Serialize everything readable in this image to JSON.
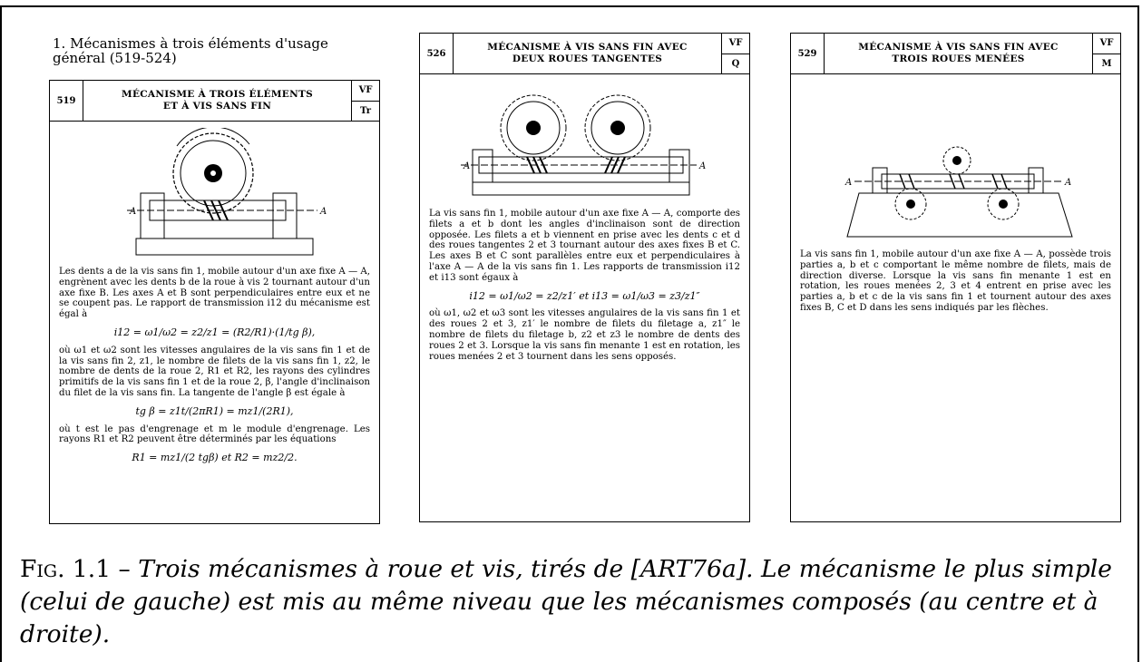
{
  "section_heading": "1. Mécanismes à trois éléments d'usage général (519-524)",
  "panels": [
    {
      "number": "519",
      "title_line1": "MÉCANISME À TROIS ÉLÉMENTS",
      "title_line2": "ET À VIS SANS FIN",
      "code1": "VF",
      "code2": "Tr",
      "para1": "Les dents a de la vis sans fin 1, mobile autour d'un axe fixe A — A, engrènent avec les dents b de la roue à vis 2 tournant autour d'un axe fixe B. Les axes A et B sont perpendiculaires entre eux et ne se coupent pas. Le rapport de transmission i12 du mécanisme est égal à",
      "eq1": "i12 = ω1/ω2 = z2/z1 = (R2/R1)·(1/tg β),",
      "para2": "où ω1 et ω2 sont les vitesses angulaires de la vis sans fin 1 et de la vis sans fin 2, z1, le nombre de filets de la vis sans fin 1, z2, le nombre de dents de la roue 2, R1 et R2, les rayons des cylindres primitifs de la vis sans fin 1 et de la roue 2, β, l'angle d'inclinaison du filet de la vis sans fin. La tangente de l'angle β est égale à",
      "eq2": "tg β = z1t/(2πR1) = mz1/(2R1),",
      "para3": "où t est le pas d'engrenage et m le module d'engrenage. Les rayons R1 et R2 peuvent être déterminés par les équations",
      "eq3": "R1 = mz1/(2 tgβ)   et   R2 = mz2/2."
    },
    {
      "number": "526",
      "title_line1": "MÉCANISME À VIS SANS FIN AVEC",
      "title_line2": "DEUX ROUES TANGENTES",
      "code1": "VF",
      "code2": "Q",
      "para1": "La vis sans fin 1, mobile autour d'un axe fixe A — A, comporte des filets a et b dont les angles d'inclinaison sont de direction opposée. Les filets a et b viennent en prise avec les dents c et d des roues tangentes 2 et 3 tournant autour des axes fixes B et C. Les axes B et C sont parallèles entre eux et perpendiculaires à l'axe A — A de la vis sans fin 1. Les rapports de transmission i12 et i13 sont égaux à",
      "eq1": "i12 = ω1/ω2 = z2/z1′   et   i13 = ω1/ω3 = z3/z1″",
      "para2": "où ω1, ω2 et ω3 sont les vitesses angulaires de la vis sans fin 1 et des roues 2 et 3, z1′ le nombre de filets du filetage a, z1″ le nombre de filets du filetage b, z2 et z3 le nombre de dents des roues 2 et 3. Lorsque la vis sans fin menante 1 est en rotation, les roues menées 2 et 3 tournent dans les sens opposés."
    },
    {
      "number": "529",
      "title_line1": "MÉCANISME À VIS SANS FIN AVEC",
      "title_line2": "TROIS ROUES MENÉES",
      "code1": "VF",
      "code2": "M",
      "para1": "La vis sans fin 1, mobile autour d'un axe fixe A — A, possède trois parties a, b et c comportant le même nombre de filets, mais de direction diverse. Lorsque la vis sans fin menante 1 est en rotation, les roues menées 2, 3 et 4 entrent en prise avec les parties a, b et c de la vis sans fin 1 et tournent autour des axes fixes B, C et D dans les sens indiqués par les flèches."
    }
  ],
  "caption": {
    "label": "Fig. 1.1 –",
    "text": "Trois mécanismes à roue et vis, tirés de [ART76a]. Le mécanisme le plus simple (celui de gauche) est mis au même niveau que les mécanismes composés (au centre et à droite)."
  }
}
